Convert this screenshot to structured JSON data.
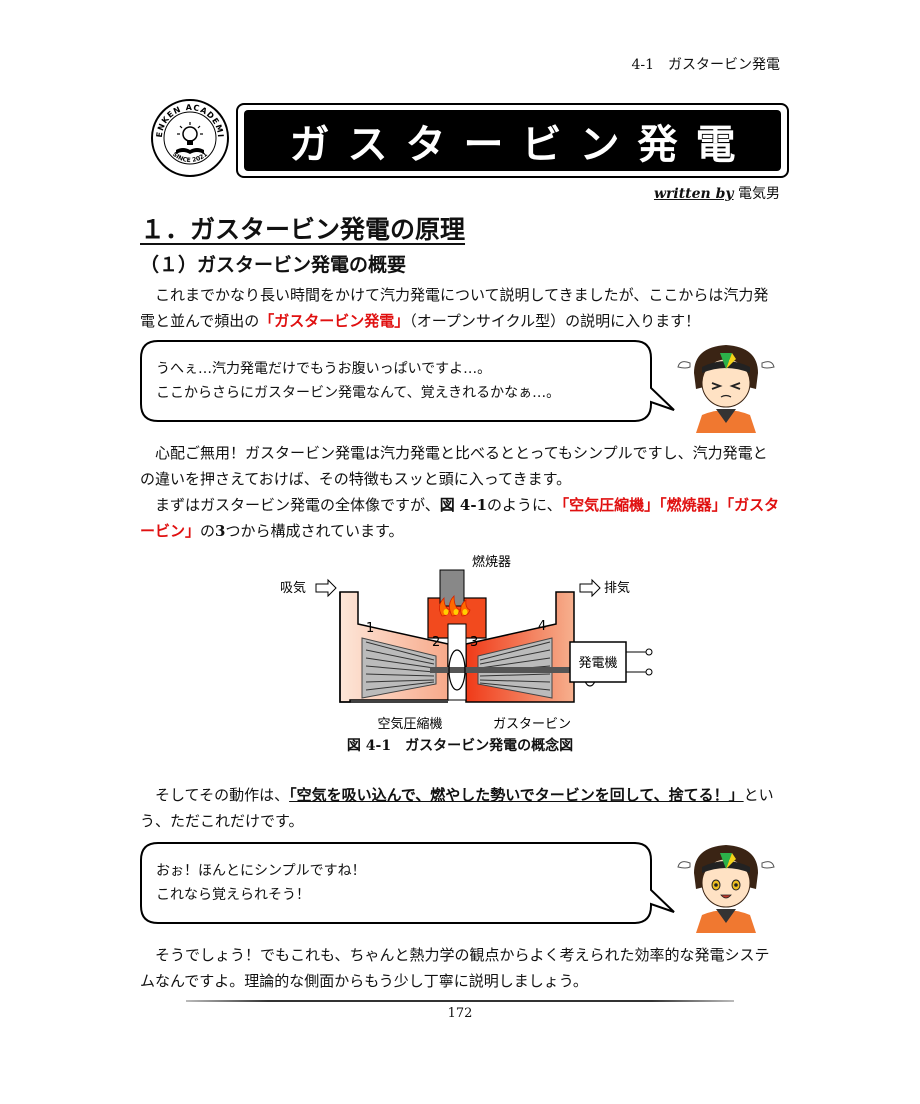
{
  "header": {
    "section": "4-1　ガスタービン発電"
  },
  "logo": {
    "text_top": "DENKEN ACADEMIA",
    "text_bottom": "SINCE 2021"
  },
  "title": "ガスタービン発電",
  "byline": {
    "written": "written by",
    "author": "電気男"
  },
  "heading1": "１．ガスタービン発電の原理",
  "heading2": "（１）ガスタービン発電の概要",
  "para1": {
    "a": "これまでかなり長い時間をかけて汽力発電について説明してきましたが、ここからは汽力発電と並んで頻出の",
    "highlight": "「ガスタービン発電」",
    "b": "（オープンサイクル型）の説明に入ります！"
  },
  "bubble1": {
    "line1": "うへぇ…汽力発電だけでもうお腹いっぱいですよ…。",
    "line2": "ここからさらにガスタービン発電なんて、覚えきれるかなぁ…。"
  },
  "para2": "心配ご無用！ガスタービン発電は汽力発電と比べるととってもシンプルですし、汽力発電との違いを押さえておけば、その特徴もスッと頭に入ってきます。",
  "para3": {
    "a": "まずはガスタービン発電の全体像ですが、",
    "figref": "図 4-1",
    "b": "のように、",
    "h1": "「空気圧縮機」「燃焼器」「ガスタービン」",
    "c": "の",
    "num": "3",
    "d": "つから構成されています。"
  },
  "figure": {
    "burner": "燃焼器",
    "intake": "吸気",
    "exhaust": "排気",
    "generator": "発電機",
    "compressor": "空気圧縮機",
    "turbine": "ガスタービン",
    "n1": "1",
    "n2": "2",
    "n3": "3",
    "n4": "4",
    "caption": "図 4-1　ガスタービン発電の概念図"
  },
  "para4": {
    "a": "そしてその動作は、",
    "emph": "「空気を吸い込んで、燃やした勢いでタービンを回して、捨てる！」",
    "b": "という、ただこれだけです。"
  },
  "bubble2": {
    "line1": "おぉ！ほんとにシンプルですね！",
    "line2": "これなら覚えられそう！"
  },
  "para5": "そうでしょう！でもこれも、ちゃんと熱力学の観点からよく考えられた効率的な発電システムなんですよ。理論的な側面からもう少し丁寧に説明しましょう。",
  "page_number": "172"
}
